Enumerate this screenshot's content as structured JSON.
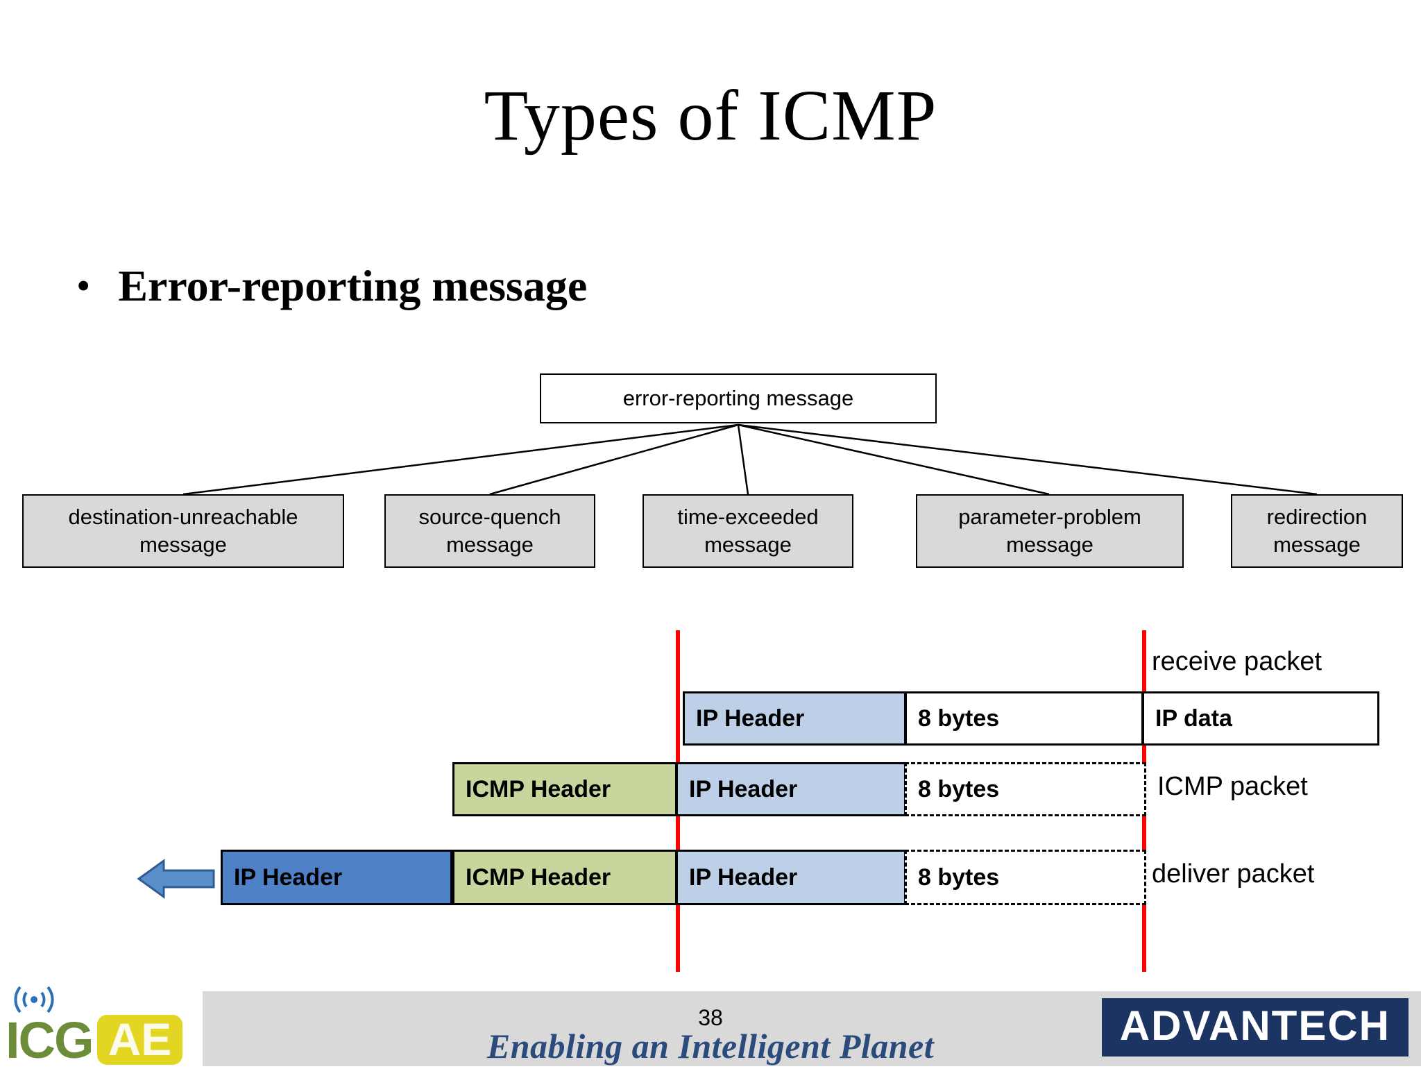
{
  "slide": {
    "title": "Types of ICMP",
    "bullet_marker": "•",
    "bullet_text": "Error-reporting message"
  },
  "tree": {
    "root": {
      "label": "error-reporting message"
    },
    "children": [
      {
        "label": "destination-unreachable message"
      },
      {
        "label": "source-quench message"
      },
      {
        "label": "time-exceeded message"
      },
      {
        "label": "parameter-problem message"
      },
      {
        "label": "redirection message"
      }
    ]
  },
  "packet_diagram": {
    "rows": [
      {
        "name": "receive",
        "label": "receive packet",
        "segments": [
          {
            "label": "IP Header",
            "fill": "#bdd0e8"
          },
          {
            "label": "8 bytes",
            "fill": "#ffffff"
          },
          {
            "label": "IP data",
            "fill": "#ffffff"
          }
        ]
      },
      {
        "name": "icmp",
        "label": "ICMP packet",
        "segments": [
          {
            "label": "ICMP Header",
            "fill": "#c8d69e"
          },
          {
            "label": "IP Header",
            "fill": "#bdd0e8"
          },
          {
            "label": "8 bytes",
            "fill": "#ffffff"
          }
        ]
      },
      {
        "name": "deliver",
        "label": "deliver packet",
        "segments": [
          {
            "label": "IP Header",
            "fill": "#4f81c7"
          },
          {
            "label": "ICMP Header",
            "fill": "#c8d69e"
          },
          {
            "label": "IP Header",
            "fill": "#bdd0e8"
          },
          {
            "label": "8 bytes",
            "fill": "#ffffff"
          }
        ]
      }
    ],
    "guide_color": "#ff0000",
    "arrow_color": "#4f81c7"
  },
  "footer": {
    "logo_primary": "ICG",
    "logo_badge": "AE",
    "page_number": "38",
    "tagline": "Enabling an Intelligent Planet",
    "brand": "ADVANTECH"
  }
}
